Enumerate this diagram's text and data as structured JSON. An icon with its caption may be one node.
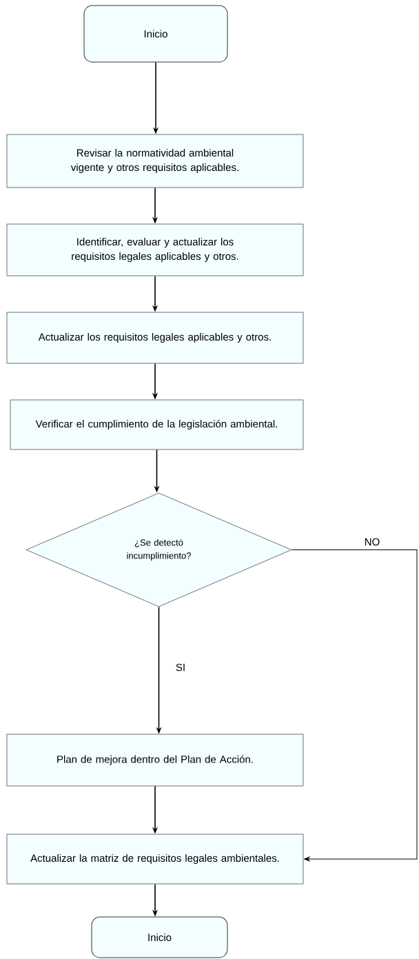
{
  "diagram": {
    "nodes": [
      {
        "text": [
          "Inicio"
        ]
      },
      {
        "text": [
          "Revisar la normatividad ambiental vigente y otros requisitos aplicables."
        ]
      },
      {
        "text": [
          "Identificar, evaluar y actualizar los requisitos legales aplicables y otros."
        ]
      },
      {
        "text": [
          "Actualizar los requisitos legales aplicables y otros."
        ]
      },
      {
        "text": [
          "Verificar el cumplimiento de la legislación ambiental."
        ]
      },
      {
        "text": [
          "¿Se detectó incumplimiento?"
        ]
      },
      {
        "text": [
          "Plan de mejora dentro del Plan de Acción."
        ]
      },
      {
        "text": [
          "Actualizar la matriz de requisitos legales ambientales."
        ]
      },
      {
        "text": [
          "Inicio"
        ]
      }
    ],
    "edges": [
      {
        "from": 0,
        "to": 1,
        "arrow": "to"
      },
      {
        "from": 1,
        "to": 2,
        "arrow": "to"
      },
      {
        "from": 2,
        "to": 3,
        "arrow": "to"
      },
      {
        "from": 3,
        "to": 4,
        "arrow": "to"
      },
      {
        "from": 4,
        "to": 5,
        "arrow": "to"
      },
      {
        "from": 5,
        "to": 6,
        "arrow": "to",
        "label": "SI"
      },
      {
        "from": 6,
        "to": 7,
        "arrow": "to"
      },
      {
        "from": 7,
        "to": 8,
        "arrow": "to"
      },
      {
        "from": 5,
        "to": 7,
        "arrow": "to",
        "label": "NO"
      }
    ]
  }
}
